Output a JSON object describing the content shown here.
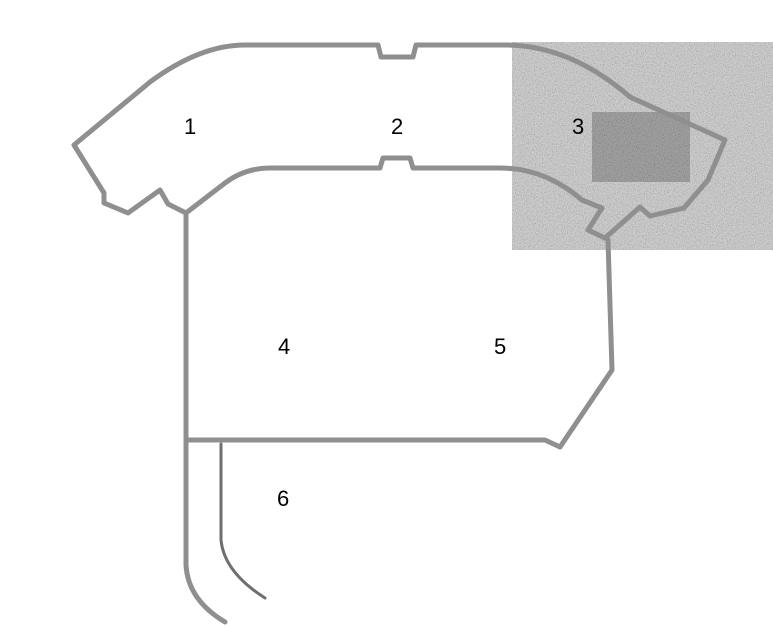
{
  "diagram": {
    "region_labels": {
      "r1": "1",
      "r2": "2",
      "r3": "3",
      "r4": "4",
      "r5": "5",
      "r6": "6"
    }
  },
  "colors": {
    "wall": "#8f8f8f",
    "shaded_area": "#d8d8d8",
    "shaded_core": "#9a9a9a",
    "label": "#000000",
    "background": "#ffffff"
  }
}
